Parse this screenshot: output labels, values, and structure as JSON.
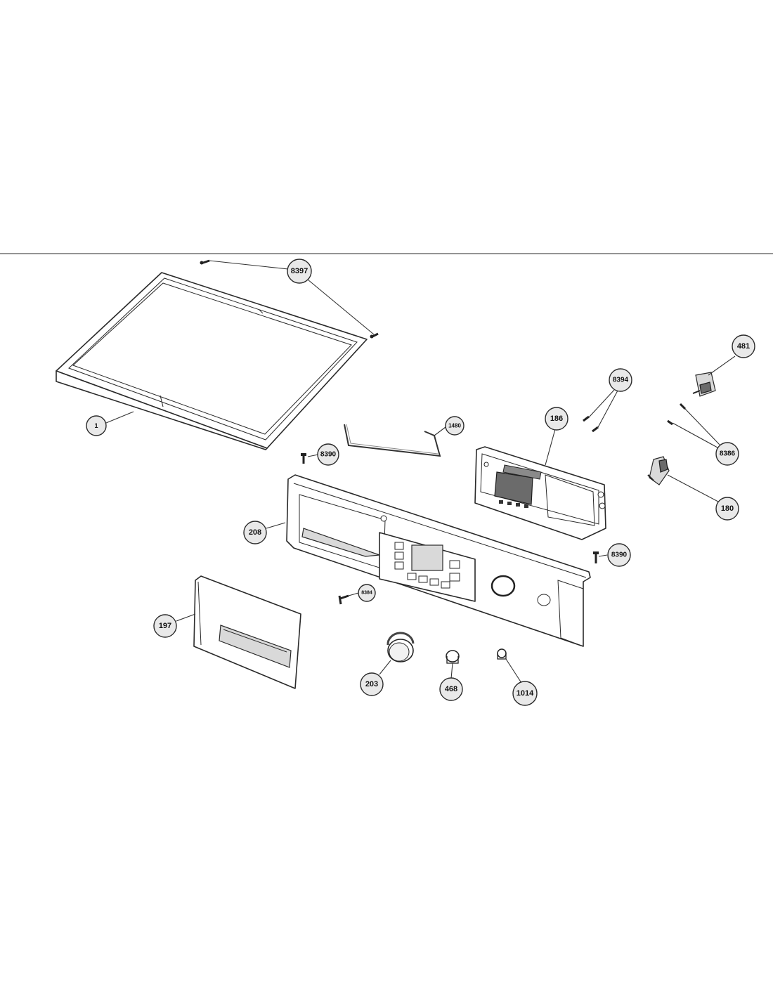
{
  "diagram": {
    "callouts": [
      {
        "id": "c-8397",
        "label": "8397"
      },
      {
        "id": "c-1",
        "label": "1"
      },
      {
        "id": "c-8394",
        "label": "8394"
      },
      {
        "id": "c-481",
        "label": "481"
      },
      {
        "id": "c-186",
        "label": "186"
      },
      {
        "id": "c-1480",
        "label": "1480"
      },
      {
        "id": "c-8390-left",
        "label": "8390"
      },
      {
        "id": "c-8386",
        "label": "8386"
      },
      {
        "id": "c-180",
        "label": "180"
      },
      {
        "id": "c-208",
        "label": "208"
      },
      {
        "id": "c-8390-right",
        "label": "8390"
      },
      {
        "id": "c-8384",
        "label": "8384"
      },
      {
        "id": "c-197",
        "label": "197"
      },
      {
        "id": "c-203",
        "label": "203"
      },
      {
        "id": "c-468",
        "label": "468"
      },
      {
        "id": "c-1014",
        "label": "1014"
      }
    ]
  }
}
